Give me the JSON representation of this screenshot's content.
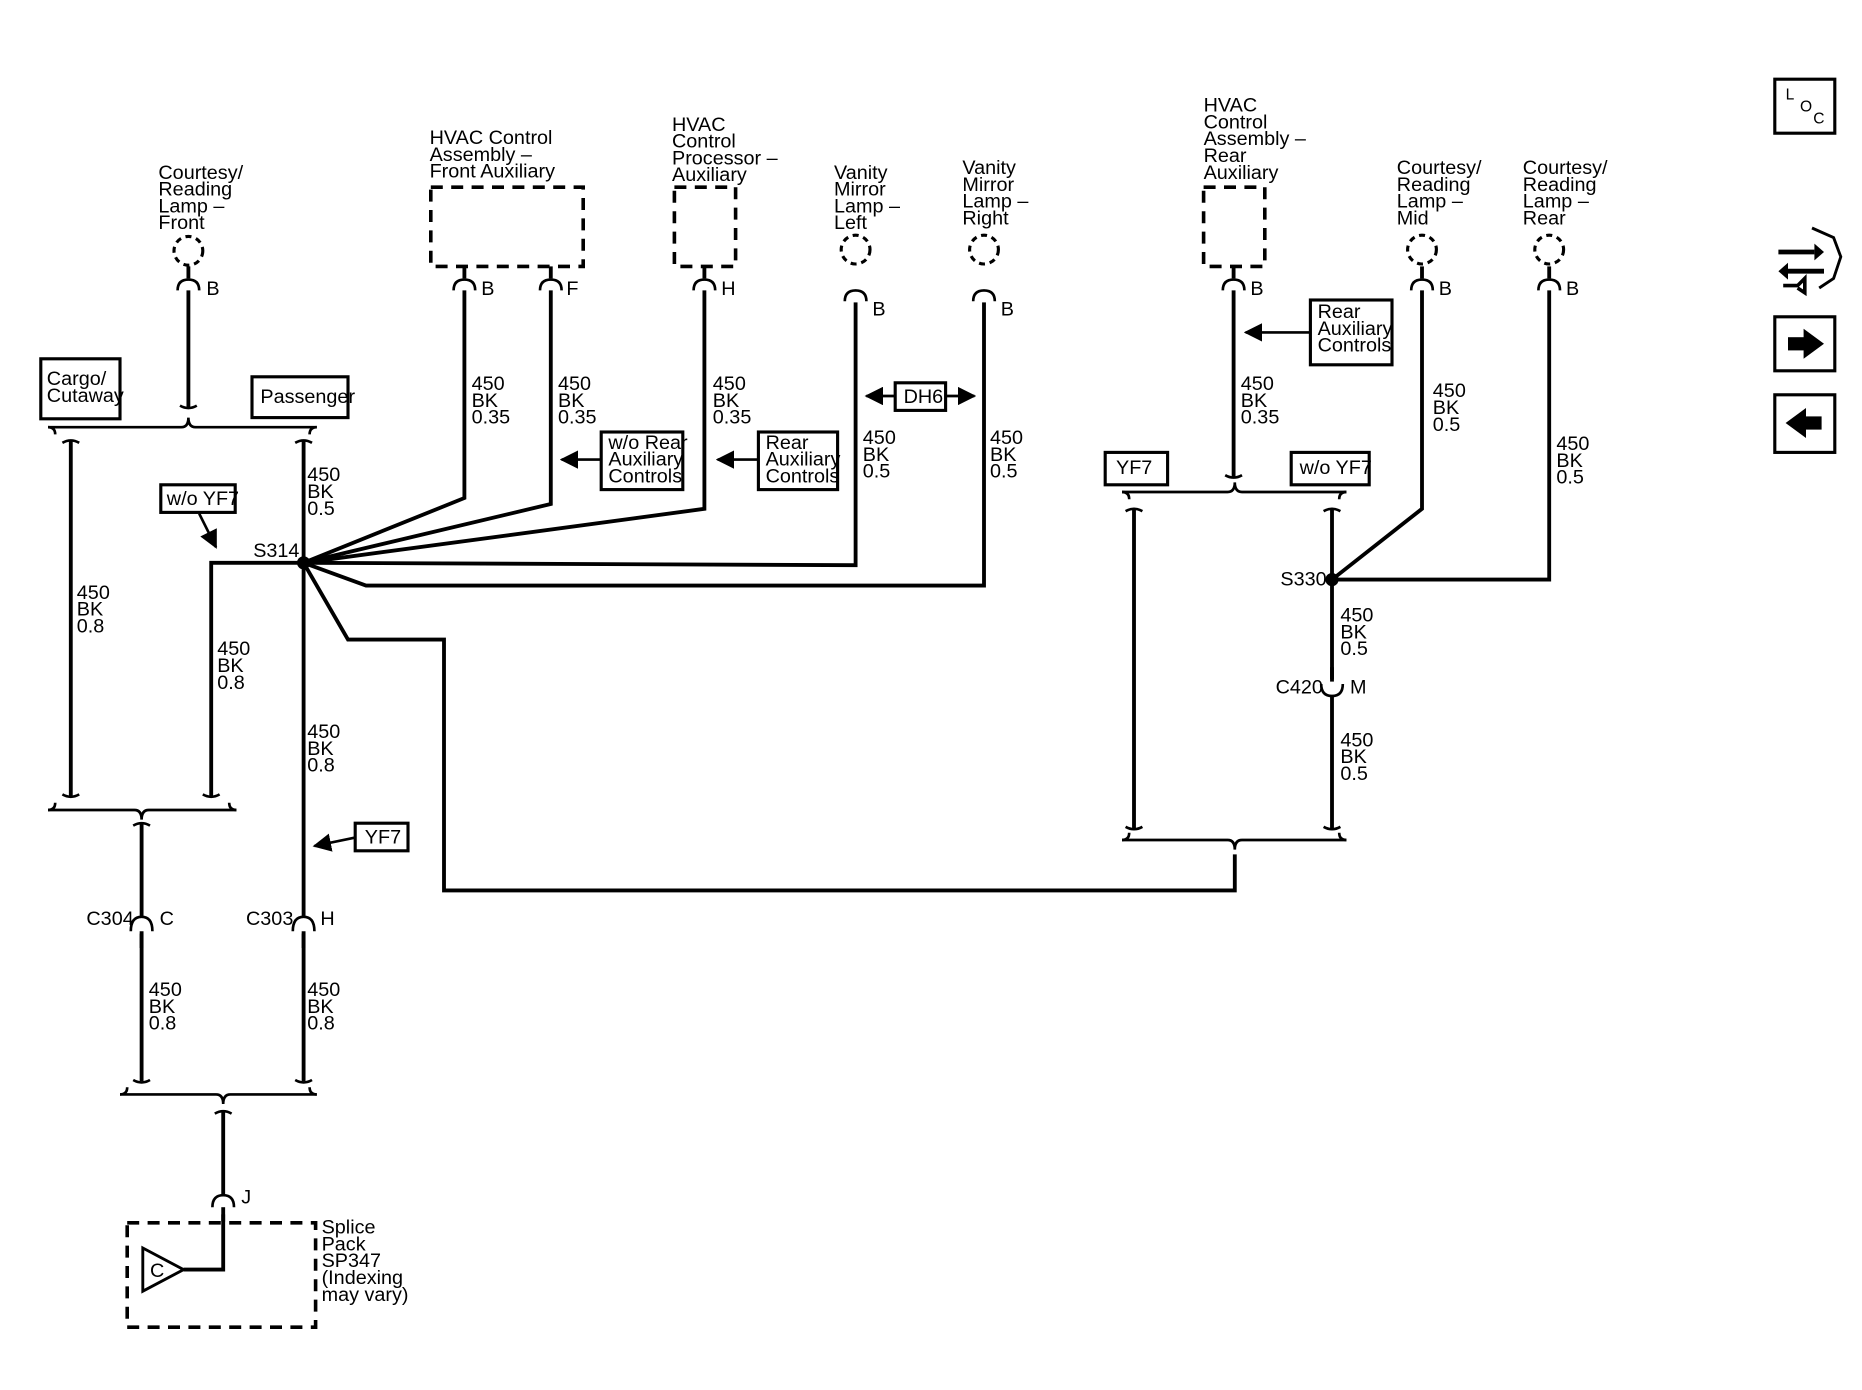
{
  "components": {
    "courtesy_front": [
      "Courtesy/",
      "Reading",
      "Lamp –",
      "Front"
    ],
    "hvac_front": [
      "HVAC Control",
      "Assembly –",
      "Front Auxiliary"
    ],
    "hvac_processor": [
      "HVAC",
      "Control",
      "Processor –",
      "Auxiliary"
    ],
    "vanity_left": [
      "Vanity",
      "Mirror",
      "Lamp –",
      "Left"
    ],
    "vanity_right": [
      "Vanity",
      "Mirror",
      "Lamp –",
      "Right"
    ],
    "hvac_rear": [
      "HVAC",
      "Control",
      "Assembly –",
      "Rear",
      "Auxiliary"
    ],
    "courtesy_mid": [
      "Courtesy/",
      "Reading",
      "Lamp –",
      "Mid"
    ],
    "courtesy_rear": [
      "Courtesy/",
      "Reading",
      "Lamp –",
      "Rear"
    ],
    "splice_pack": [
      "Splice",
      "Pack",
      "SP347",
      "(Indexing",
      "may vary)"
    ]
  },
  "pins": {
    "B": "B",
    "F": "F",
    "H": "H",
    "C": "C",
    "J": "J",
    "M": "M"
  },
  "tags": {
    "cargo": [
      "Cargo/",
      "Cutaway"
    ],
    "passenger": "Passenger",
    "wo_yf7": "w/o YF7",
    "yf7": "YF7",
    "wo_rear_aux": [
      "w/o Rear",
      "Auxiliary",
      "Controls"
    ],
    "rear_aux": [
      "Rear",
      "Auxiliary",
      "Controls"
    ],
    "dh6": "DH6"
  },
  "splices": {
    "s314": "S314",
    "s330": "S330"
  },
  "connectors": {
    "c304": "C304",
    "c303": "C303",
    "c420": "C420"
  },
  "wires": {
    "w035": [
      "450",
      "BK",
      "0.35"
    ],
    "w05": [
      "450",
      "BK",
      "0.5"
    ],
    "w08": [
      "450",
      "BK",
      "0.8"
    ]
  },
  "splice_pack_symbol": "C",
  "nav": {
    "loc": [
      "L",
      "O",
      "C"
    ],
    "icons": [
      "component-connector-icon",
      "arrow-right-icon",
      "arrow-left-icon"
    ]
  }
}
